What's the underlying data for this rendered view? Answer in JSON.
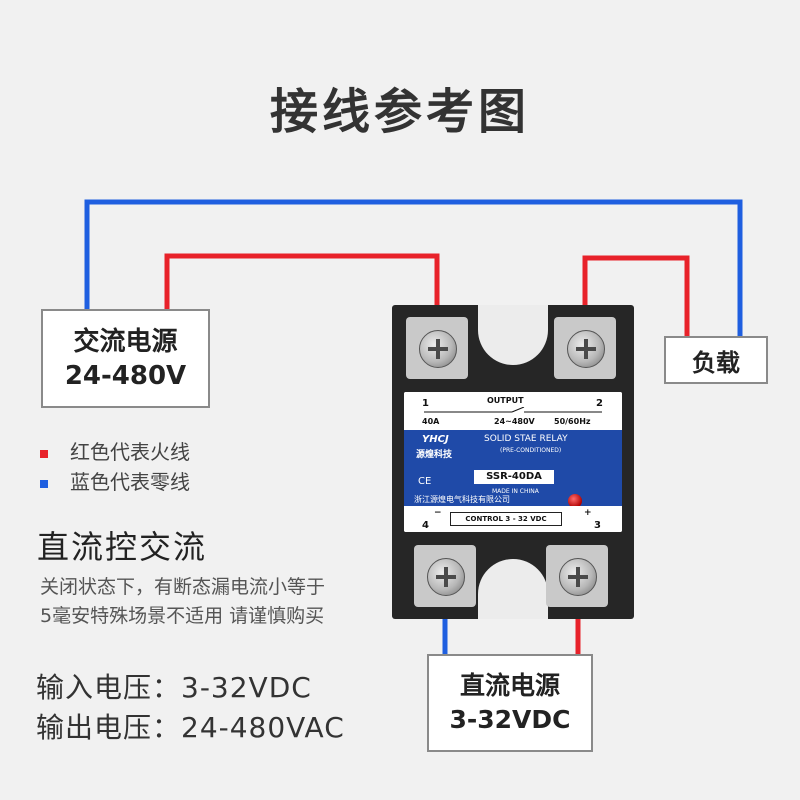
{
  "title": "接线参考图",
  "boxes": {
    "ac_source": {
      "line1": "交流电源",
      "line2": "24-480V"
    },
    "load": {
      "label": "负载"
    },
    "dc_source": {
      "line1": "直流电源",
      "line2": "3-32VDC"
    }
  },
  "legend": {
    "red": {
      "text": "红色代表火线",
      "color": "#e8222a"
    },
    "blue": {
      "text": "蓝色代表零线",
      "color": "#1f5fe0"
    }
  },
  "section_title": "直流控交流",
  "notes": [
    "关闭状态下，有断态漏电流小等于",
    "5毫安特殊场景不适用 请谨慎购买"
  ],
  "specs": {
    "input": "输入电压：3-32VDC",
    "output": "输出电压：24-480VAC"
  },
  "relay": {
    "top_left_num": "1",
    "top_right_num": "2",
    "output_label": "OUTPUT",
    "current": "40A",
    "voltage": "24~480V",
    "freq": "50/60Hz",
    "brand_logo": "YHCJ",
    "brand_name": "源煌科技",
    "product_name": "SOLID STAE RELAY",
    "preconditioned": "(PRE-CONDITIONED)",
    "model": "SSR-40DA",
    "made_in": "MADE IN CHINA",
    "ce_mark": "CE",
    "company": "浙江源煌电气科技有限公司",
    "bottom_left_num": "4",
    "bottom_right_num": "3",
    "minus": "−",
    "plus": "+",
    "control": "CONTROL 3 - 32 VDC"
  },
  "colors": {
    "live": "#e8222a",
    "neutral": "#1f5fe0"
  }
}
